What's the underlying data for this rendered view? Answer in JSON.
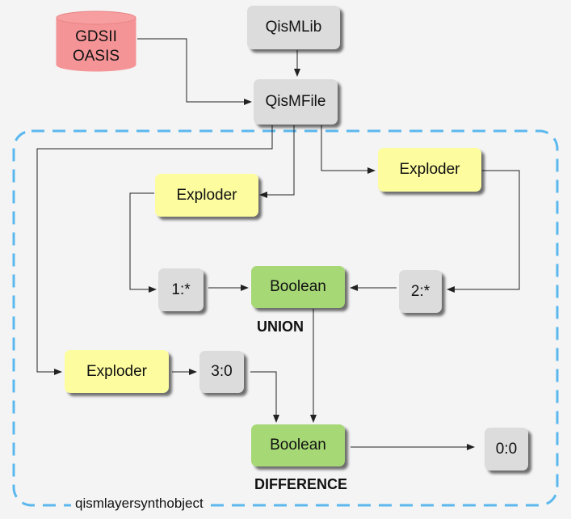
{
  "source": {
    "line1": "GDSII",
    "line2": "OASIS"
  },
  "nodes": {
    "qismlib": "QisMLib",
    "qismfile": "QisMFile",
    "exploder_right": "Exploder",
    "exploder_mid": "Exploder",
    "exploder_bottom": "Exploder",
    "layer_1": "1:*",
    "layer_2": "2:*",
    "layer_3": "3:0",
    "layer_out": "0:0",
    "boolean_union": "Boolean",
    "boolean_difference": "Boolean"
  },
  "captions": {
    "union": "UNION",
    "difference": "DIFFERENCE"
  },
  "frame_label": "qismlayersynthobject",
  "colors": {
    "gray": "#dcdcdc",
    "yellow": "#fdfda0",
    "green": "#a6d876",
    "database": "#f59496",
    "frame": "#5bb8ee"
  }
}
